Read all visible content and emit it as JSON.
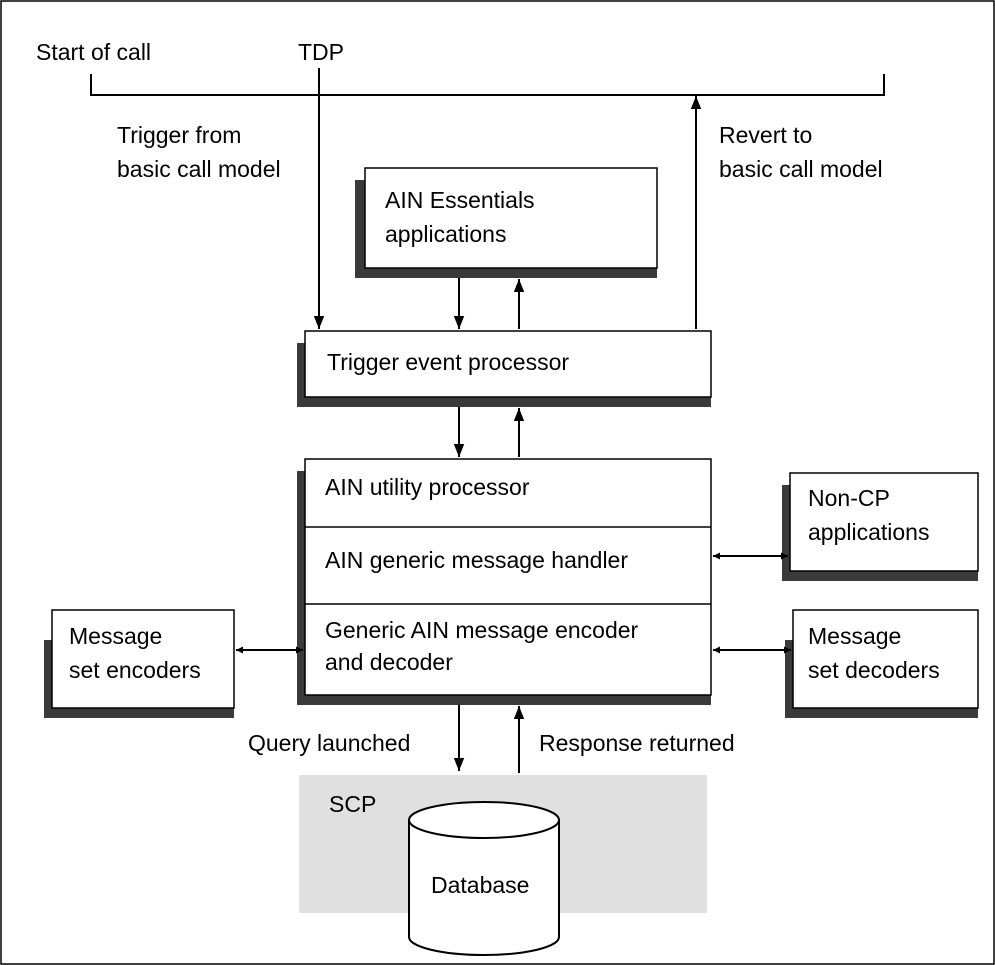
{
  "timeline": {
    "start_label": "Start of call",
    "tdp_label": "TDP"
  },
  "annotations": {
    "trigger_line1": "Trigger from",
    "trigger_line2": "basic call model",
    "revert_line1": "Revert to",
    "revert_line2": "basic call model",
    "query": "Query launched",
    "response": "Response returned"
  },
  "boxes": {
    "ain_essentials": [
      "AIN Essentials",
      "applications"
    ],
    "trigger_event_processor": "Trigger event processor",
    "stack": {
      "utility_processor": "AIN utility processor",
      "generic_message_handler": "AIN generic message handler",
      "encoder_decoder": [
        "Generic AIN message encoder",
        "and decoder"
      ]
    },
    "non_cp": [
      "Non-CP",
      "applications"
    ],
    "set_encoders": [
      "Message",
      "set encoders"
    ],
    "set_decoders": [
      "Message",
      "set decoders"
    ]
  },
  "scp": {
    "label": "SCP",
    "database_label": "Database"
  },
  "colors": {
    "shadow": "#3a3a3a",
    "scp_fill": "#e0e0e0",
    "line": "#000000"
  }
}
